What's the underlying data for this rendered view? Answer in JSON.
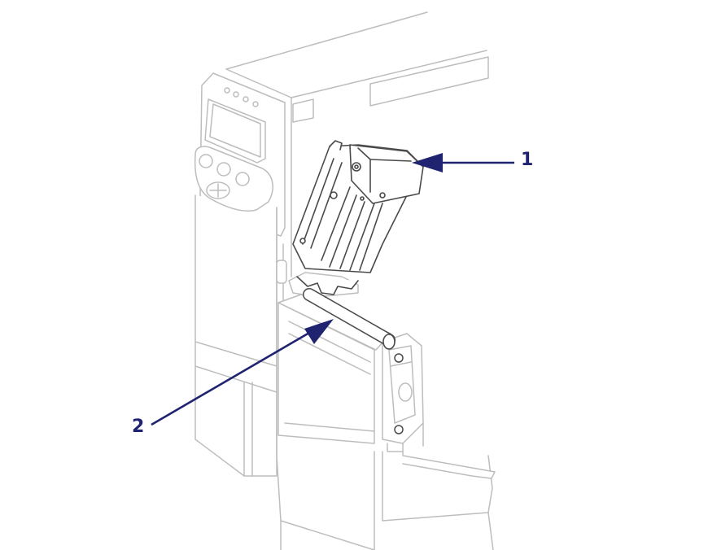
{
  "callouts": [
    {
      "label": "1",
      "points_to": "printhead-assembly"
    },
    {
      "label": "2",
      "points_to": "platen-roller"
    }
  ],
  "colors": {
    "callout": "#1f2370",
    "outline": "#bdbdbd",
    "outline_dark": "#4a4a4a",
    "background": "#ffffff"
  }
}
